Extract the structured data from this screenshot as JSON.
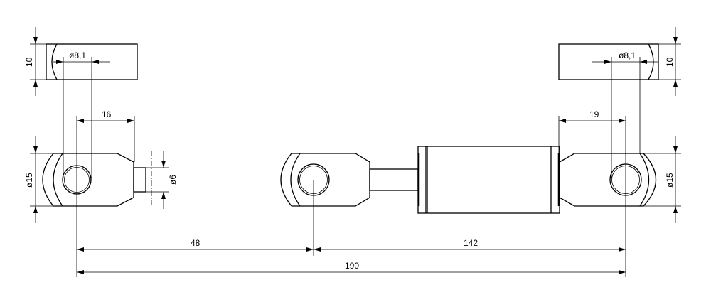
{
  "dimensions": {
    "left_block_height": "10",
    "left_bore": "ø8,1",
    "left_offset": "16",
    "left_eye_diameter": "ø15",
    "rod_diameter": "ø6",
    "right_block_height": "10",
    "right_bore": "ø8,1",
    "right_offset": "19",
    "right_eye_diameter": "ø15",
    "span_left": "48",
    "span_right": "142",
    "span_total": "190"
  }
}
